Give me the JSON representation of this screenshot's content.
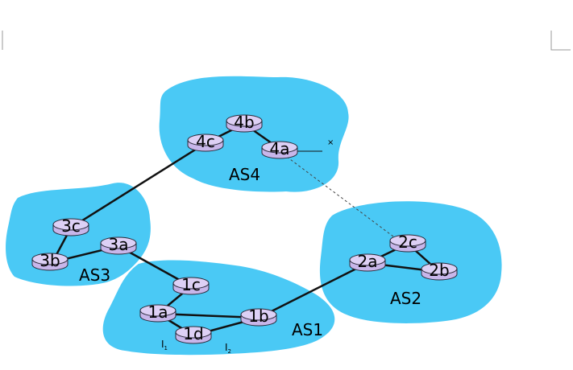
{
  "colors": {
    "as_fill": "#4ac9f5",
    "router_body": "#c8b6ea",
    "router_top": "#ddd0f5",
    "router_stroke": "#2a2a3a",
    "link": "#111111",
    "dashed_link": "#444444"
  },
  "diagram": {
    "as_labels": {
      "as1": "AS1",
      "as2": "AS2",
      "as3": "AS3",
      "as4": "AS4"
    },
    "routers": {
      "r1a": "1a",
      "r1b": "1b",
      "r1c": "1c",
      "r1d": "1d",
      "r2a": "2a",
      "r2b": "2b",
      "r2c": "2c",
      "r3a": "3a",
      "r3b": "3b",
      "r3c": "3c",
      "r4a": "4a",
      "r4b": "4b",
      "r4c": "4c"
    },
    "interface_labels": {
      "i1": "I",
      "i1_sub": "1",
      "i2": "I",
      "i2_sub": "2"
    },
    "destination_mark": "×"
  }
}
